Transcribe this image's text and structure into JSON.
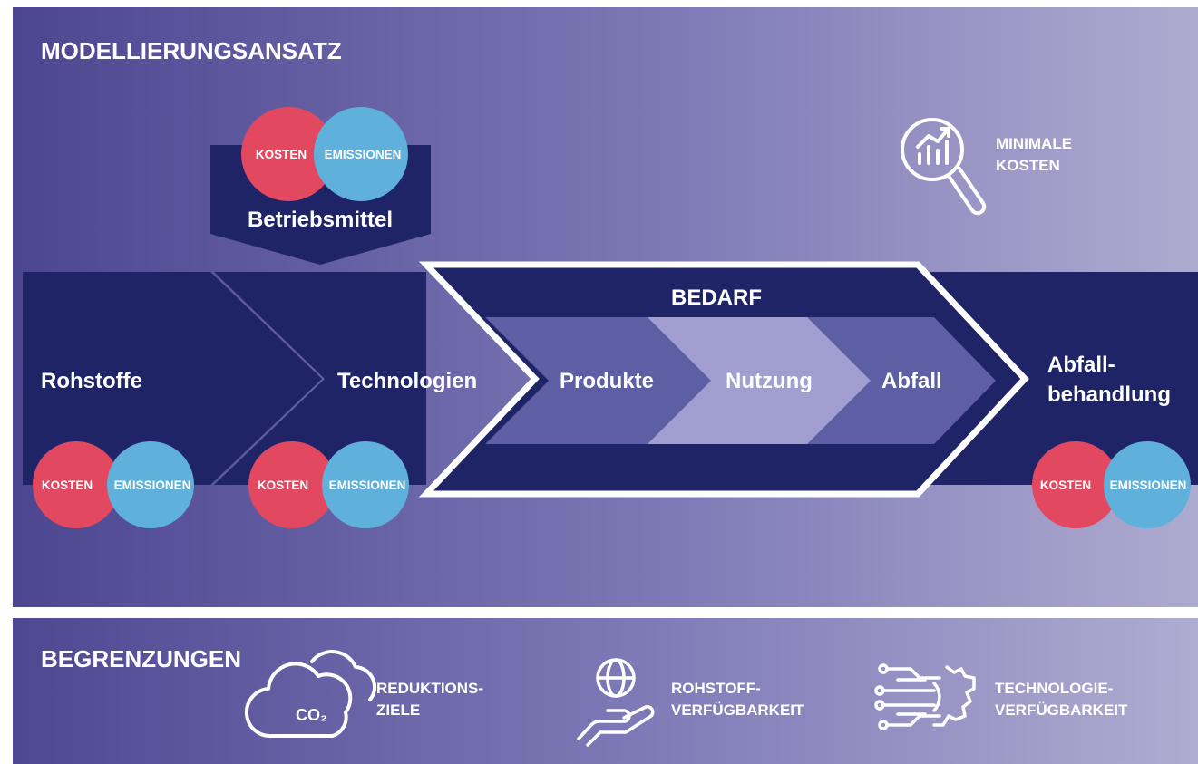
{
  "top_panel": {
    "title": "MODELLIERUNGSANSATZ",
    "objective": {
      "line1": "MINIMALE",
      "line2": "KOSTEN",
      "icon": "magnifier-chart-icon"
    },
    "betriebsmittel": {
      "label": "Betriebsmittel",
      "cost": "KOSTEN",
      "emissions": "EMISSIONEN"
    },
    "flow": {
      "rohstoffe": "Rohstoffe",
      "technologien": "Technologien",
      "bedarf": "BEDARF",
      "produkte": "Produkte",
      "nutzung": "Nutzung",
      "abfall": "Abfall",
      "abfallbehandlung_1": "Abfall-",
      "abfallbehandlung_2": "behandlung"
    },
    "badges": {
      "rohstoffe": {
        "cost": "KOSTEN",
        "emissions": "EMISSIONEN"
      },
      "technologien": {
        "cost": "KOSTEN",
        "emissions": "EMISSIONEN"
      },
      "abfallbehandlung": {
        "cost": "KOSTEN",
        "emissions": "EMISSIONEN"
      }
    }
  },
  "bottom_panel": {
    "title": "BEGRENZUNGEN",
    "items": [
      {
        "icon": "co2-cloud-icon",
        "co2": "CO₂",
        "line1": "REDUKTIONS-",
        "line2": "ZIELE"
      },
      {
        "icon": "globe-hand-icon",
        "line1": "ROHSTOFF-",
        "line2": "VERFÜGBARKEIT"
      },
      {
        "icon": "gear-circuit-icon",
        "line1": "TECHNOLOGIE-",
        "line2": "VERFÜGBARKEIT"
      }
    ]
  },
  "colors": {
    "panel_dark": "#4f4a93",
    "panel_light": "#aaa6cc",
    "navy": "#1f2466",
    "mid": "#5d5ea3",
    "light": "#9a99cb",
    "kosten_red": "#e2485f",
    "emissionen_blue": "#5fb1dc"
  }
}
